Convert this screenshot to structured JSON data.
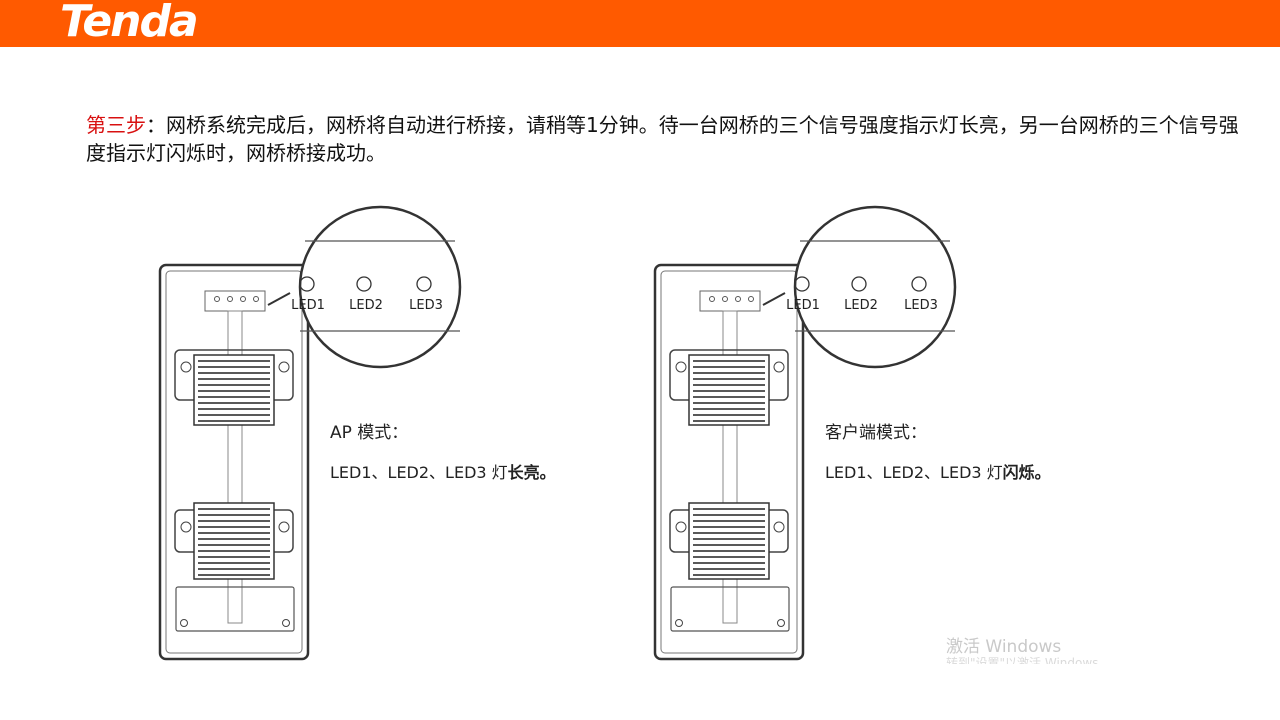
{
  "header": {
    "logo_text": "Tenda",
    "brand_color": "#ff5a00"
  },
  "step": {
    "label": "第三步",
    "text": "：网桥系统完成后，网桥将自动进行桥接，请稍等1分钟。待一台网桥的三个信号强度指示灯长亮，另一台网桥的三个信号强度指示灯闪烁时，网桥桥接成功。",
    "label_color": "#d81010"
  },
  "devices": [
    {
      "leds": [
        "LED1",
        "LED2",
        "LED3"
      ],
      "mode_title": "AP 模式：",
      "mode_desc_prefix": "LED1、LED2、LED3 灯",
      "mode_desc_state": "长亮。"
    },
    {
      "leds": [
        "LED1",
        "LED2",
        "LED3"
      ],
      "mode_title": "客户端模式：",
      "mode_desc_prefix": "LED1、LED2、LED3 灯",
      "mode_desc_state": "闪烁。"
    }
  ],
  "watermark": {
    "line1": "激活 Windows",
    "line2": "转到\"设置\"以激活 Windows。"
  }
}
